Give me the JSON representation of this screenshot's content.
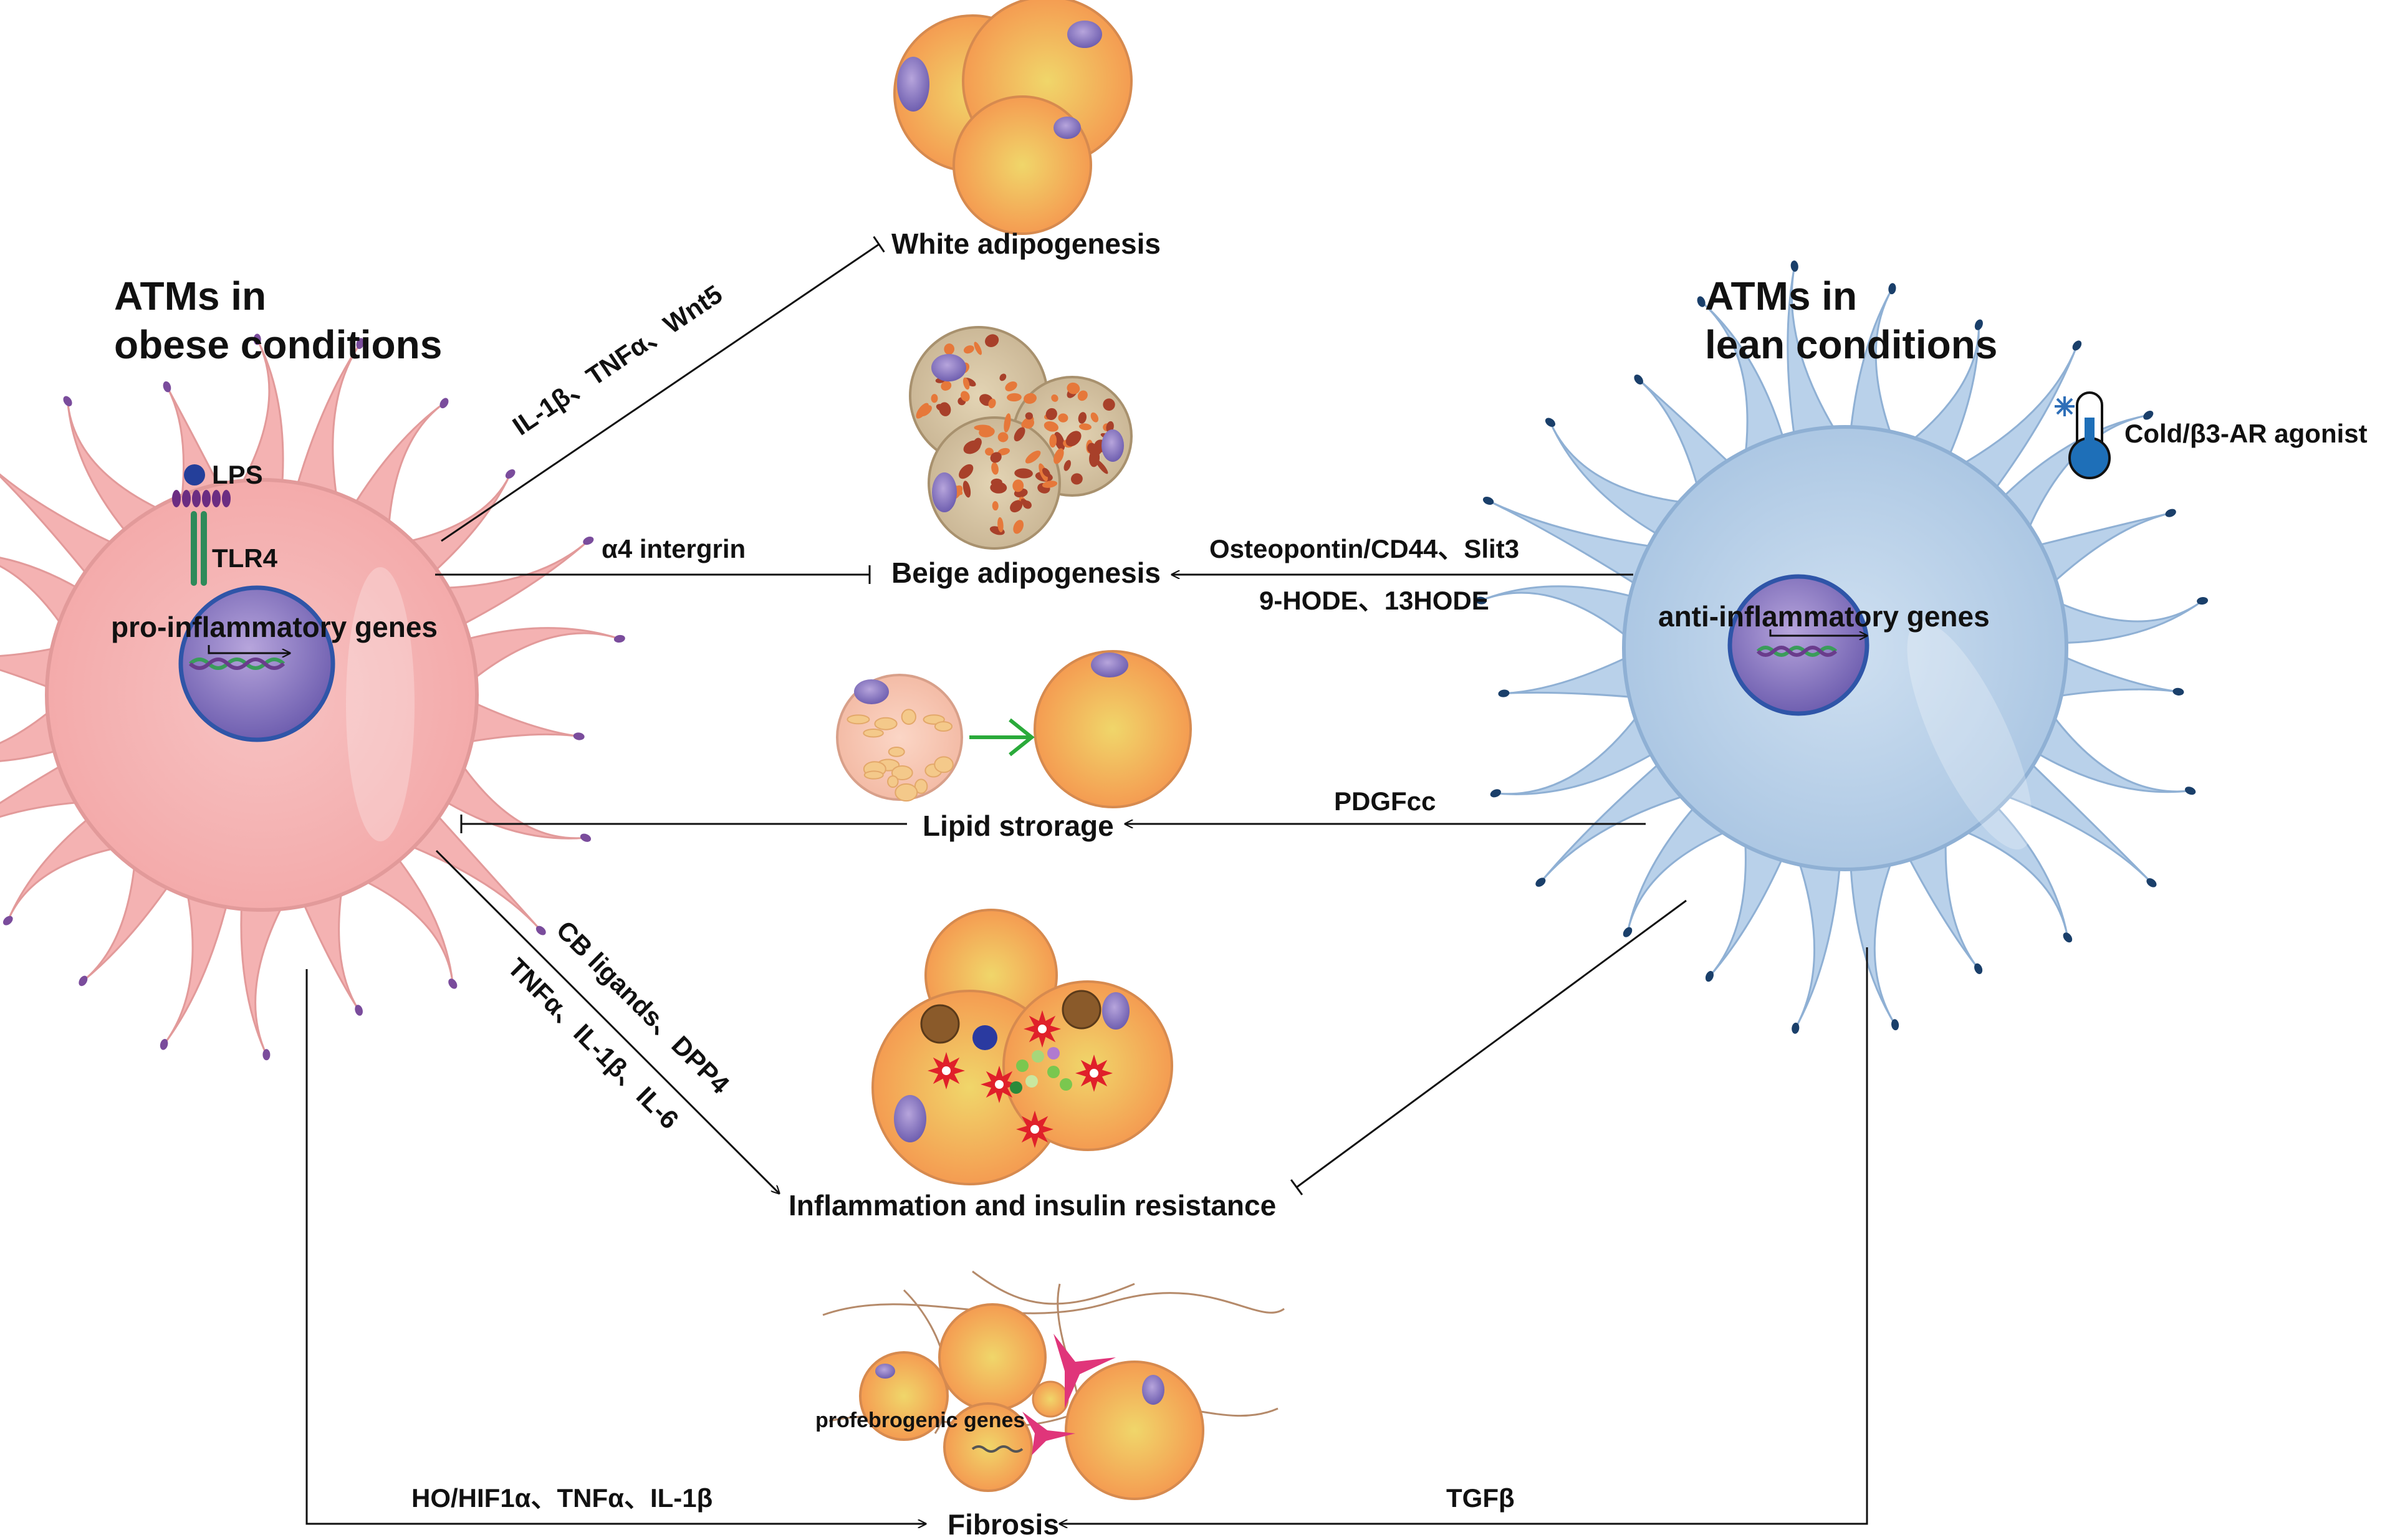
{
  "left_cell": {
    "title_line1": "ATMs in",
    "title_line2": "obese conditions",
    "lps_label": "LPS",
    "tlr4_label": "TLR4",
    "genes_label": "pro-inflammatory genes",
    "fill_color": "#f5b6b6"
  },
  "right_cell": {
    "title_line1": "ATMs in",
    "title_line2": "lean conditions",
    "genes_label": "anti-inflammatory genes",
    "fill_color": "#bcd5ec"
  },
  "cold_label": "Cold/β3-AR agonist",
  "icons": {
    "thermometer": "thermometer-icon",
    "snowflake": "snowflake-icon"
  },
  "processes": {
    "white": "White adipogenesis",
    "beige": "Beige adipogenesis",
    "lipid": "Lipid strorage",
    "inflammation": "Inflammation and insulin resistance",
    "fibrosis": "Fibrosis"
  },
  "signals": {
    "left_white": "IL-1β、TNFα、Wnt5",
    "left_beige": "α4 intergrin",
    "left_inflam_1": "CB ligands、DPP4",
    "left_inflam_2": "TNFα、IL-1β、IL-6",
    "left_fibrosis": "HO/HIF1α、TNFα、IL-1β",
    "right_beige_1": "Osteopontin/CD44、Slit3",
    "right_beige_2": "9-HODE、13HODE",
    "right_lipid": "PDGFcc",
    "right_fibrosis": "TGFβ"
  },
  "fibrosis_genes_label": "profebrogenic genes",
  "colors": {
    "adipocyte": "#f5a05a",
    "adipocyte_center": "#f3d060",
    "nucleus": "#7a6bb0",
    "arrow_green": "#2aaa3a",
    "star_red": "#e0202a",
    "fibroblast_pink": "#e0357a"
  }
}
